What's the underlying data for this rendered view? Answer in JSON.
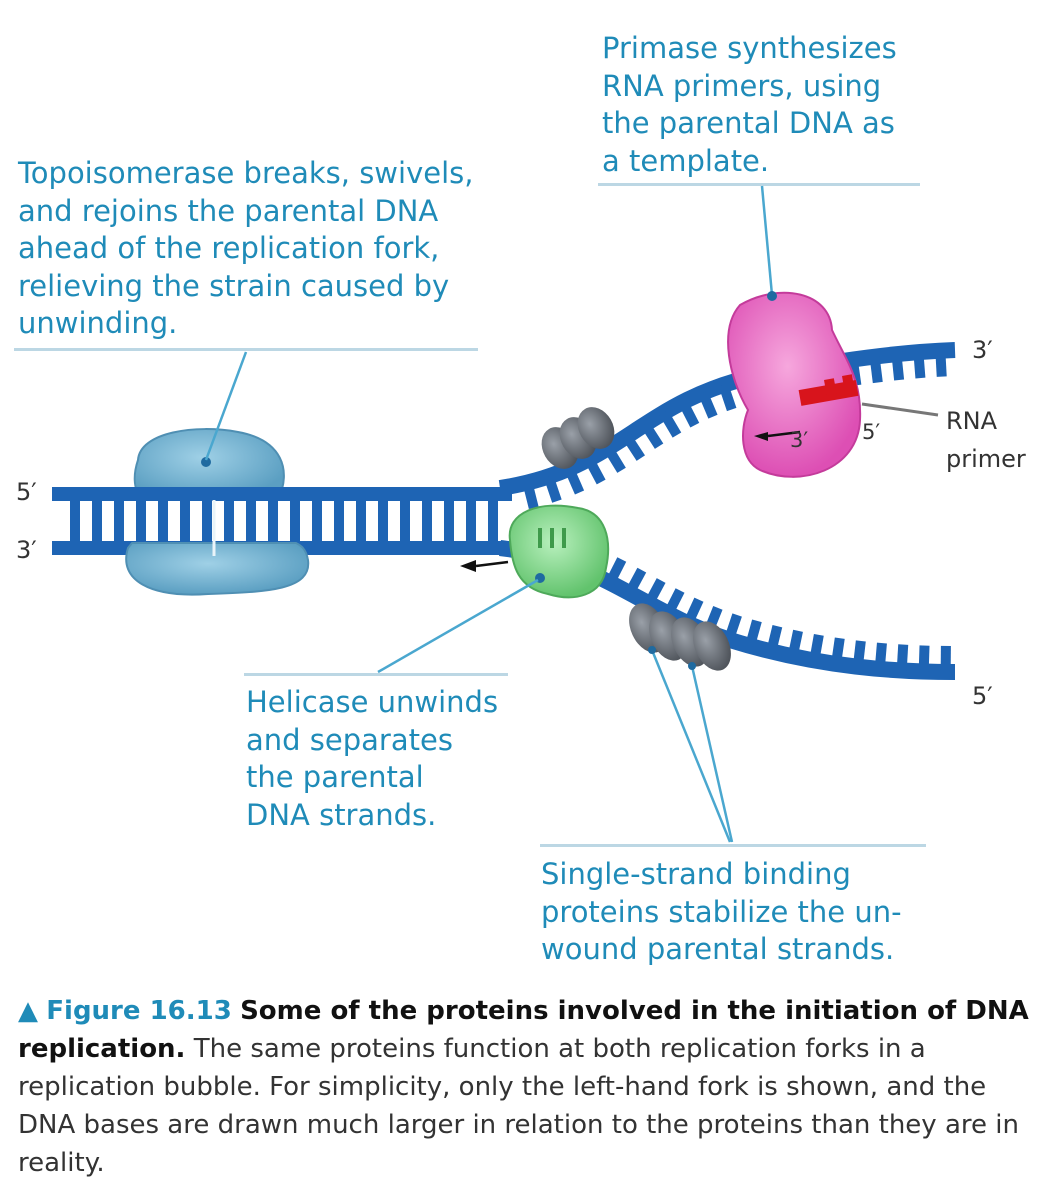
{
  "callouts": {
    "primase": "Primase synthesizes\nRNA primers, using\nthe parental DNA as\na template.",
    "topoisomerase": "Topoisomerase breaks, swivels,\nand rejoins the parental DNA\nahead of the replication fork,\nrelieving the strain caused by\nunwinding.",
    "helicase": "Helicase unwinds\nand separates\nthe parental\nDNA strands.",
    "ssb": "Single-strand binding\nproteins stabilize the un-\nwound parental strands."
  },
  "strand_ends": {
    "left_top": "5′",
    "left_bottom": "3′",
    "upper_right": "3′",
    "lower_right": "5′",
    "primer_3": "3′",
    "primer_5": "5′",
    "rna_primer": "RNA\nprimer"
  },
  "caption": {
    "marker": "▲",
    "figure_number": "Figure 16.13",
    "figure_title": "Some of the proteins involved in the initiation of DNA replication.",
    "body": "The same proteins function at both replication forks in a replication bubble. For simplicity, only the left-hand fork is shown, and the DNA bases are drawn much larger in relation to the proteins than they are in reality."
  },
  "colors": {
    "dna": "#1e64b4",
    "label_text": "#1f8bb8",
    "topoisomerase": "#6aaecd",
    "helicase": "#8bdc93",
    "primase": "#e96bc4",
    "rna_primer": "#d8141c",
    "ssb": "#6a6f77",
    "rule": "#bcd7e4"
  }
}
